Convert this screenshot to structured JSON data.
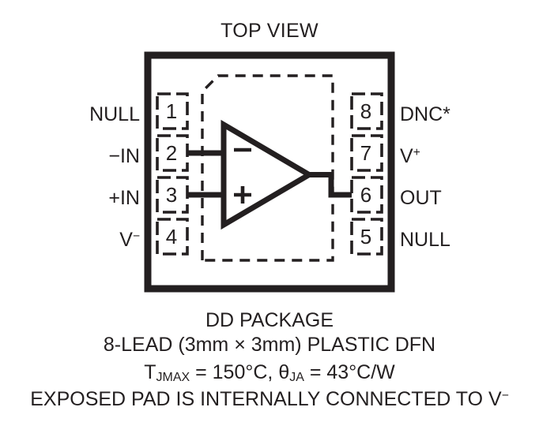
{
  "diagram": {
    "top_label": "TOP VIEW",
    "package_body": {
      "stroke_color": "#231f20",
      "fill_color": "#ffffff"
    },
    "exposed_pad": {
      "style": "dashed",
      "note": "chamfered top-left corner"
    },
    "opamp_symbol": {
      "inverting_sign": "−",
      "noninverting_sign": "+"
    },
    "pins_left": [
      {
        "number": "1",
        "name": "NULL",
        "name_sup": ""
      },
      {
        "number": "2",
        "name": "−IN",
        "name_sup": ""
      },
      {
        "number": "3",
        "name": "+IN",
        "name_sup": ""
      },
      {
        "number": "4",
        "name": "V",
        "name_sup": "−"
      }
    ],
    "pins_right": [
      {
        "number": "8",
        "name": "DNC*",
        "name_sup": ""
      },
      {
        "number": "7",
        "name": "V",
        "name_sup": "+"
      },
      {
        "number": "6",
        "name": "OUT",
        "name_sup": ""
      },
      {
        "number": "5",
        "name": "NULL",
        "name_sup": ""
      }
    ],
    "captions": {
      "line1": "DD PACKAGE",
      "line2": "8-LEAD (3mm × 3mm) PLASTIC DFN",
      "line3": {
        "t_symbol": "T",
        "t_subscript": "JMAX",
        "t_value": " = 150°C, ",
        "theta_symbol": "θ",
        "theta_subscript": "JA",
        "theta_value": " = 43°C/W"
      },
      "line4": {
        "text": "EXPOSED PAD IS INTERNALLY CONNECTED TO V",
        "sup": "−"
      }
    }
  }
}
